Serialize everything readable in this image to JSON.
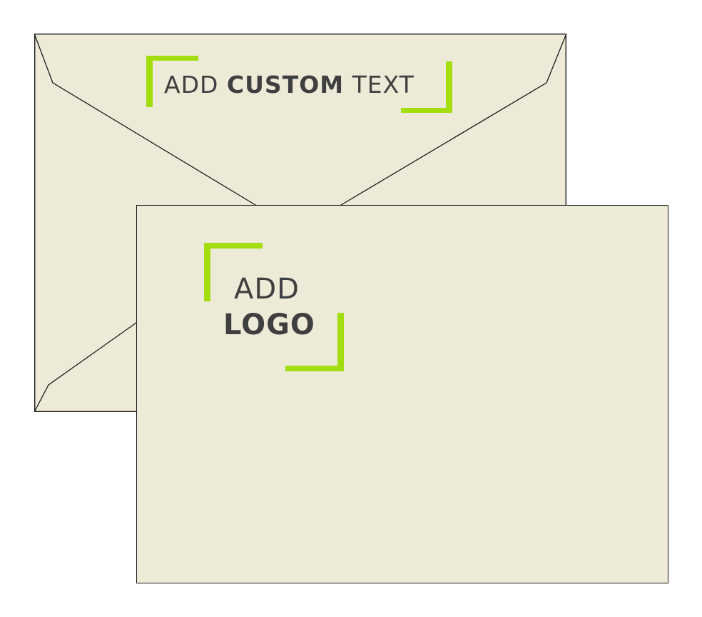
{
  "colors": {
    "paper": "#edebd8",
    "outline": "#1a1a1a",
    "accent": "#a3dd0e",
    "text": "#3f3f3f"
  },
  "envelope": {
    "text_prefix": "ADD",
    "text_bold": "CUSTOM",
    "text_suffix": "TEXT"
  },
  "card": {
    "logo_line1": "ADD",
    "logo_line2": "LOGO"
  }
}
